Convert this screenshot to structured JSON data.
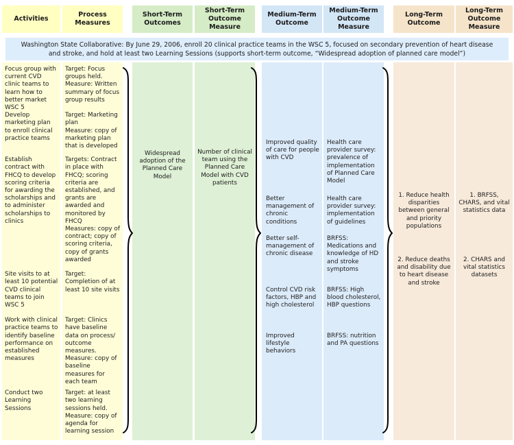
{
  "header": {
    "columns": [
      {
        "label": "Activities"
      },
      {
        "label": "Process Measures"
      },
      {
        "label": "Short-Term Outcomes"
      },
      {
        "label": "Short-Term Outcome Measure"
      },
      {
        "label": "Medium-Term Outcome"
      },
      {
        "label": "Medium-Term Outcome Measure"
      },
      {
        "label": "Long-Term Outcome"
      },
      {
        "label": "Long-Term Outcome Measure"
      }
    ]
  },
  "banner": {
    "text": "Washington State Collaborative: By June 29, 2006, enroll 20 clinical practice teams in the WSC 5, focused on secondary prevention of heart disease and stroke, and hold at least two Learning Sessions (supports short-term outcome, “Widespread adoption of planned care model”)"
  },
  "activities_rows": [
    {
      "activity": "Focus group with current CVD clinic teams to learn how to better market WSC 5",
      "measure": "Target: Focus groups held.\nMeasure: Written summary of focus group results"
    },
    {
      "activity": "Develop marketing plan to enroll clinical practice teams",
      "measure": "Target: Marketing plan\nMeasure: copy of marketing plan that is developed"
    },
    {
      "activity": "Establish contract with FHCQ to develop scoring criteria for awarding the scholarships and to administer scholarships to clinics",
      "measure": "Targets: Contract in place with FHCQ; scoring criteria are established, and grants are awarded and monitored by FHCQ\nMeasures: copy of contract; copy of scoring criteria, copy of grants awarded"
    },
    {
      "activity": "Site visits to at least 10 potential CVD clinical teams to join WSC 5",
      "measure": "Target:\nCompletion of at least 10 site visits"
    },
    {
      "activity": "Work with clinical practice teams to identify baseline performance on established measures",
      "measure": "Target: Clinics have baseline data on process/\noutcome measures.\nMeasure: copy of baseline measures for each team"
    },
    {
      "activity": "Conduct two Learning Sessions",
      "measure": "Target: at least two learning sessions held.\nMeasure: copy of agenda for learning session"
    }
  ],
  "short_term": {
    "outcome": "Widespread adoption of the Planned Care Model",
    "measure": "Number of clinical team using the Planned Care Model with CVD patients"
  },
  "medium_rows": [
    {
      "outcome": "Improved quality of care for people with CVD",
      "measure": "Health care provider survey: prevalence of implementation of Planned Care Model"
    },
    {
      "outcome": "Better management of chronic conditions",
      "measure": "Health care provider survey: implementation of guidelines"
    },
    {
      "outcome": "Better self-management of chronic disease",
      "measure": "BRFSS: Medications and knowledge of HD and stroke symptoms"
    },
    {
      "outcome": "Control CVD risk factors, HBP and high cholesterol",
      "measure": "BRFSS: High blood cholesterol, HBP questions"
    },
    {
      "outcome": "Improved lifestyle behaviors",
      "measure": "BRFSS: nutrition and PA questions"
    }
  ],
  "long_rows": [
    {
      "outcome": "1. Reduce health disparities between general and priority populations",
      "measure": "1. BRFSS, CHARS, and vital statistics data"
    },
    {
      "outcome": "2. Reduce deaths and disability due to heart disease and stroke",
      "measure": "2. CHARS and vital statistics datasets"
    }
  ],
  "colors": {
    "header_yellow": "#FFFFC1",
    "body_yellow": "#FEFDD8",
    "header_green": "#D5ECC6",
    "body_green": "#DEF0D5",
    "header_blue": "#D3E6F6",
    "body_blue": "#DCEBFA",
    "header_tan": "#F6E4CA",
    "body_tan": "#F7EADB",
    "banner_blue": "#DEEDFC",
    "brace": "#000000",
    "text": "#1B1B1B"
  }
}
